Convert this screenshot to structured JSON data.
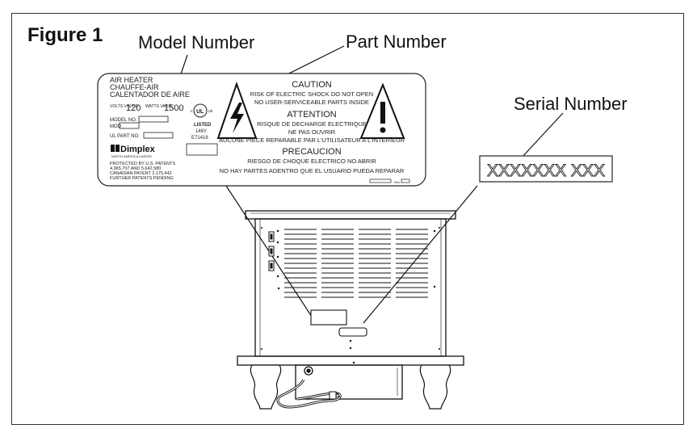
{
  "figure": {
    "title": "Figure 1",
    "callouts": {
      "model_number": "Model Number",
      "part_number": "Part Number",
      "serial_number": "Serial Number"
    }
  },
  "rating_label": {
    "product_names": [
      "AIR HEATER",
      "CHAUFFE-AIR",
      "CALENTADOR DE AIRE"
    ],
    "volts_label": "VOLTS VOLTIO",
    "volts_value": "120",
    "watts_label": "WATTS VATIO",
    "watts_value": "1500",
    "model_no_label": "MODEL NO.",
    "mod_label": "MOD",
    "ul_part_no_label": "UL PART NO.",
    "ul_listed": "LISTED",
    "ul_code": "146Y",
    "ul_file": "E71416",
    "brand": "Dimplex",
    "brand_sub": "NORTH AMERICA LIMITED",
    "patents": [
      "PROTECTED BY U.S. PATENTS",
      "4,965,707 AND 5,642,580",
      "CANADIAN PATENT 2,175,442",
      "FURTHER PATENTS PENDING"
    ],
    "warnings": {
      "caution_title": "CAUTION",
      "caution_lines": [
        "RISK OF ELECTRIC SHOCK  DO NOT OPEN",
        "NO USER-SERVICEABLE PARTS INSIDE"
      ],
      "attention_title": "ATTENTION",
      "attention_lines": [
        "RISQUE DE DECHARGE ELECTRIQUE",
        "NE PAS OUVRIR",
        "AUCUNE PIECE REPARABLE PAR L'UTILISATEUR A L'INTERIEUR"
      ],
      "precaucion_title": "PRECAUCION",
      "precaucion_lines": [
        "RIESGO DE CHOQUE ELECTRICO NO ABRIR",
        "NO HAY PARTES ADENTRO QUE EL USUARIO PUEDA REPARAR"
      ]
    },
    "rev": "Rev."
  },
  "serial_label": {
    "value": "XXXXXXX  XXX"
  }
}
